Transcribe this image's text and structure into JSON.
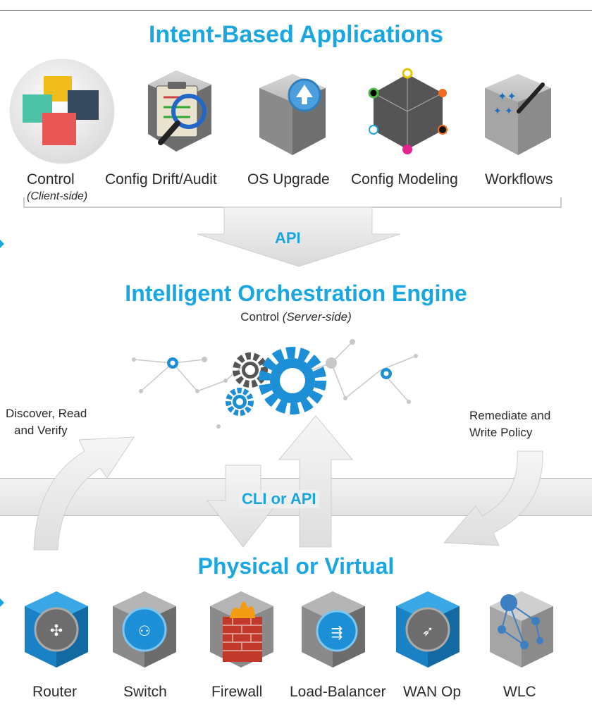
{
  "colors": {
    "accent": "#1aa6e0",
    "text": "#2a2a2a",
    "arrow": "#e6e6e6"
  },
  "top_section": {
    "title": "Intent-Based Applications",
    "apps": [
      {
        "label": "Control",
        "sublabel": "(Client-side)",
        "icon": "colored-cubes-icon"
      },
      {
        "label": "Config Drift/Audit",
        "icon": "clipboard-magnifier-icon"
      },
      {
        "label": "OS Upgrade",
        "icon": "cube-upload-icon"
      },
      {
        "label": "Config Modeling",
        "icon": "wireframe-cube-icon"
      },
      {
        "label": "Workflows",
        "icon": "cube-wand-icon"
      }
    ],
    "api_label": "API"
  },
  "engine": {
    "title": "Intelligent Orchestration Engine",
    "subtitle_plain": "Control ",
    "subtitle_italic": "(Server-side)",
    "icon": "gears-network-icon"
  },
  "flows": {
    "left_line1": "Discover, Read",
    "left_line2": "and Verify",
    "right_line1": "Remediate and",
    "right_line2": "Write Policy",
    "center_label": "CLI or API"
  },
  "bottom_section": {
    "title": "Physical or Virtual",
    "devices": [
      {
        "label": "Router",
        "icon": "router-icon"
      },
      {
        "label": "Switch",
        "icon": "switch-icon"
      },
      {
        "label": "Firewall",
        "icon": "firewall-icon"
      },
      {
        "label": "Load-Balancer",
        "icon": "load-balancer-icon"
      },
      {
        "label": "WAN Op",
        "icon": "wan-optimizer-icon"
      },
      {
        "label": "WLC",
        "icon": "wireless-controller-icon"
      }
    ]
  }
}
